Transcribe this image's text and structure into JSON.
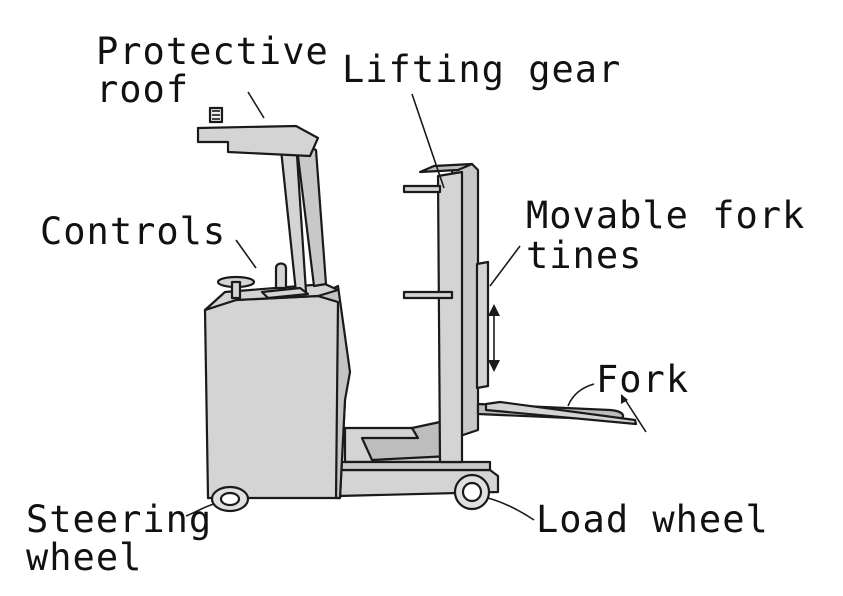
{
  "labels": {
    "protective_roof": [
      "Protective",
      "roof"
    ],
    "lifting_gear": "Lifting gear",
    "controls": "Controls",
    "movable_fork_tines": [
      "Movable fork",
      "tines"
    ],
    "fork": "Fork",
    "steering_wheel": [
      "Steering",
      "wheel"
    ],
    "load_wheel": "Load wheel"
  },
  "colors": {
    "body_fill": "#d4d4d4",
    "body_dark": "#bdbdbd",
    "wheel_fill": "#e0e0e0",
    "line": "#1a1a1a"
  }
}
